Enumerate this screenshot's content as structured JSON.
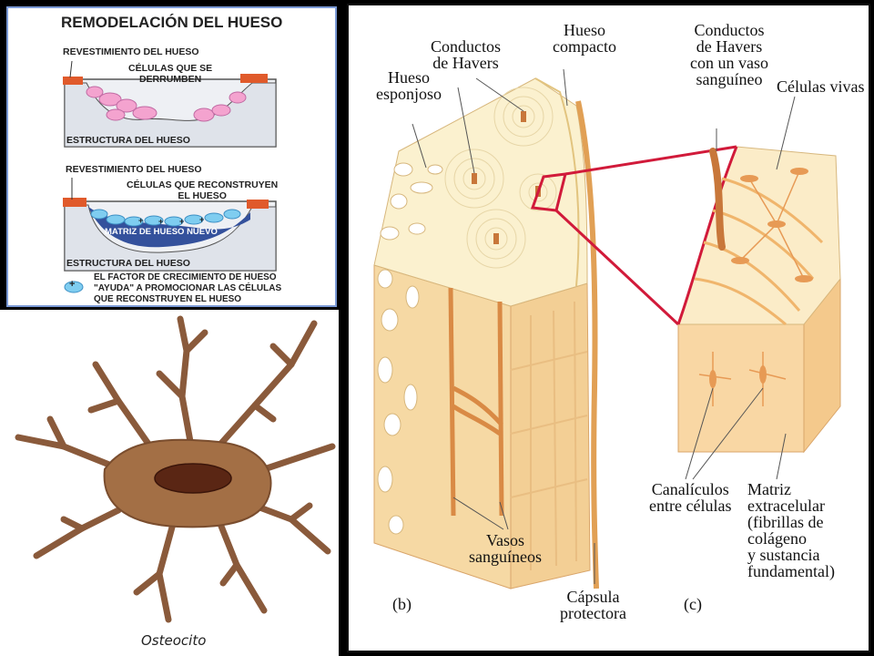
{
  "remodeling": {
    "title": "REMODELACIÓN DEL HUESO",
    "top": {
      "lining_label": "REVESTIMIENTO DEL HUESO",
      "cells_label": "CÉLULAS QUE SE\nDERRUMBEN",
      "structure_label": "ESTRUCTURA DEL HUESO"
    },
    "bottom": {
      "lining_label": "REVESTIMIENTO DEL HUESO",
      "cells_label": "CÉLULAS QUE RECONSTRUYEN\nEL HUESO",
      "matrix_label": "MATRIZ DE HUESO NUEVO",
      "structure_label": "ESTRUCTURA DEL HUESO"
    },
    "legend_symbol": "+",
    "legend_text": "EL FACTOR DE CRECIMIENTO DE HUESO\n\"AYUDA\" A PROMOCIONAR LAS CÉLULAS\nQUE RECONSTRUYEN EL HUESO"
  },
  "osteocyte": {
    "caption": "Osteocito"
  },
  "bone_section": {
    "labels": {
      "spongy": "Hueso\nesponjoso",
      "havers": "Conductos\nde Havers",
      "compact": "Hueso\ncompacto",
      "havers_vessel": "Conductos\nde Havers\ncon un vaso\nsanguíneo",
      "living_cells": "Células vivas",
      "canaliculi": "Canalículos\nentre células",
      "matrix": "Matriz extracelular\n(fibrillas de\ncolágeno\ny sustancia\nfundamental)",
      "vessels": "Vasos\nsanguíneos",
      "capsule": "Cápsula\nprotectora",
      "panel_b": "(b)",
      "panel_c": "(c)"
    }
  }
}
